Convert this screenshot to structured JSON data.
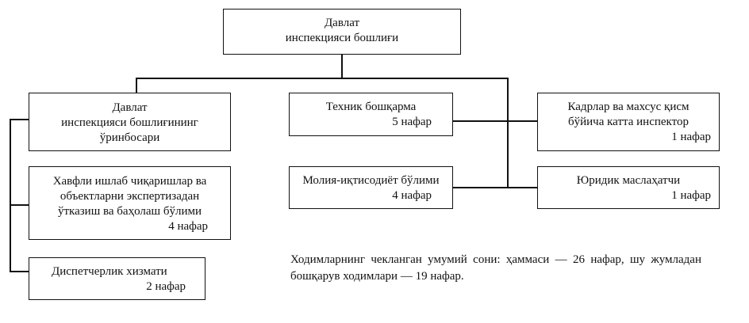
{
  "head": {
    "line1": "Давлат",
    "line2": "инспекцияси бошлиғи"
  },
  "left": {
    "deputy": {
      "line1": "Давлат",
      "line2": "инспекцияси бошлиғининг",
      "line3": "ўринбосари"
    },
    "expertise": {
      "line1": "Хавфли ишлаб чиқаришлар ва",
      "line2": "объектларни экспертизадан",
      "line3": "ўтказиш ва баҳолаш бўлими",
      "count": "4 нафар"
    },
    "dispatch": {
      "line1": "Диспетчерлик хизмати",
      "count": "2 нафар"
    }
  },
  "middle": {
    "technical": {
      "line1": "Техник бошқарма",
      "count": "5 нафар"
    },
    "finance": {
      "line1": "Молия-иқтисодиёт бўлими",
      "count": "4 нафар"
    }
  },
  "right": {
    "hr": {
      "line1": "Кадрлар ва махсус қисм",
      "line2": "бўйича катта инспектор",
      "count": "1 нафар"
    },
    "legal": {
      "line1": "Юридик маслаҳатчи",
      "count": "1 нафар"
    }
  },
  "note": "Ходимларнинг чекланган умумий сони: ҳаммаси — 26 нафар, шу жумладан бошқарув ходимлари — 19 нафар."
}
